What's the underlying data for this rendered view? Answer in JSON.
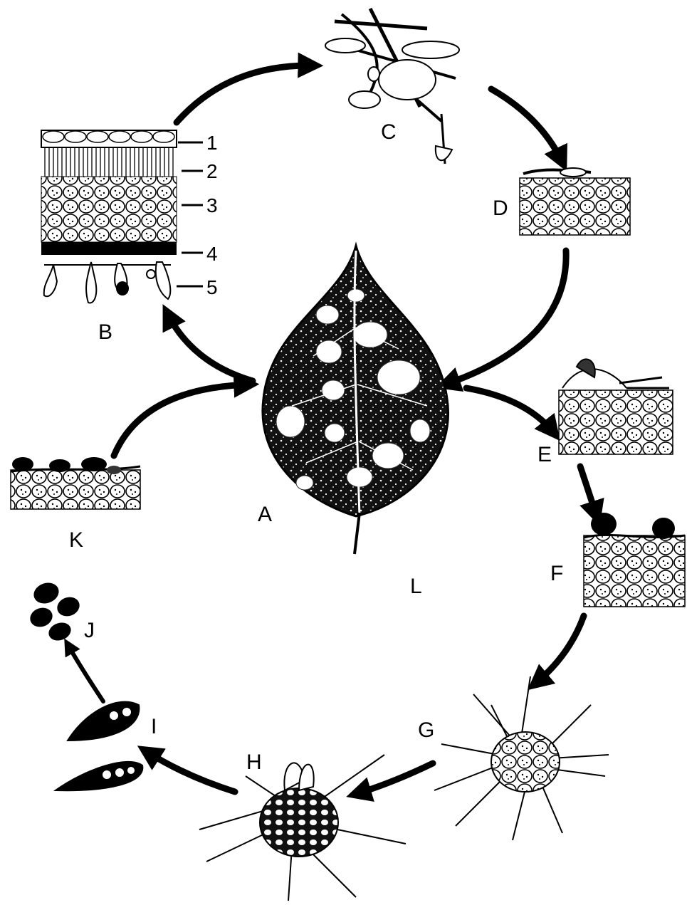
{
  "stage_labels": {
    "A": "A",
    "B": "B",
    "C": "C",
    "D": "D",
    "E": "E",
    "F": "F",
    "G": "G",
    "H": "H",
    "I": "I",
    "J": "J",
    "K": "K",
    "L": "L"
  },
  "layer_numbers": [
    "1",
    "2",
    "3",
    "4",
    "5"
  ],
  "colors": {
    "ink": "#000000",
    "paper": "#ffffff",
    "stipple": "#1a1a1a"
  }
}
